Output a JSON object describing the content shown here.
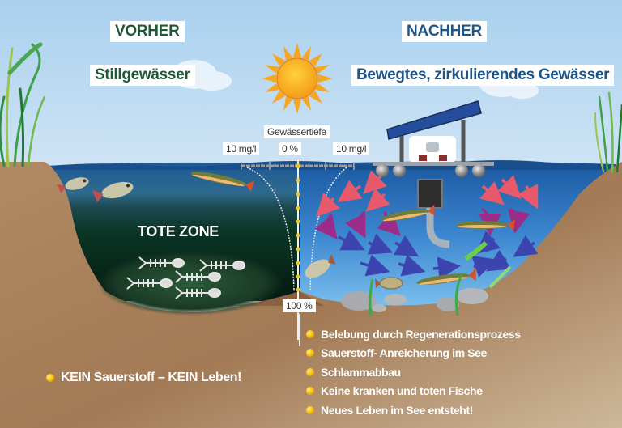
{
  "before": {
    "heading": "VORHER",
    "subheading": "Stillgewässer",
    "zone_label": "TOTE ZONE",
    "statement": "KEIN Sauerstoff – KEIN Leben!"
  },
  "after": {
    "heading": "NACHHER",
    "subheading": "Bewegtes, zirkulierendes Gewässer",
    "benefits": [
      "Belebung durch Regenerationsprozess",
      "Sauerstoff- Anreicherung im See",
      "Schlammabbau",
      "Keine kranken und toten Fische",
      "Neues Leben im See entsteht!"
    ]
  },
  "depth_gauge": {
    "title": "Gewässertiefe",
    "left_scale": "10 mg/l",
    "center_top": "0 %",
    "right_scale": "10 mg/l",
    "bottom": "100 %"
  },
  "colors": {
    "sky": "#b4d6ef",
    "water_surface": "#1f5a9a",
    "dead_zone": "#06301f",
    "soil": "#a9825f",
    "heading_before": "#1f5a37",
    "heading_after": "#1e5688",
    "bullet": "#f3b400"
  }
}
